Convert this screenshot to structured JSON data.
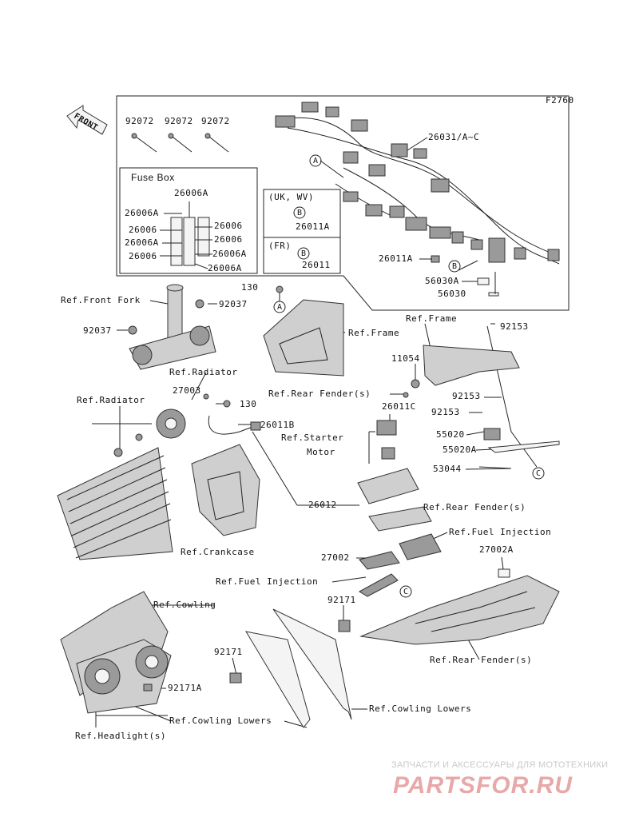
{
  "figure_code": "F2760",
  "front_label": "FRONT",
  "fuse_box": {
    "title": "Fuse Box",
    "left_labels": [
      "26006A",
      "26006",
      "26006A",
      "26006"
    ],
    "top_label": "26006A",
    "right_labels": [
      "26006",
      "26006",
      "26006A",
      "26006A"
    ]
  },
  "region_uk": "(UK, WV)",
  "region_fr": "(FR)",
  "markers": {
    "a": "A",
    "b": "B",
    "c": "C"
  },
  "parts": {
    "p92072_1": "92072",
    "p92072_2": "92072",
    "p92072_3": "92072",
    "p26031": "26031/A~C",
    "p26011A_uk": "26011A",
    "p26011_fr": "26011",
    "p26011A": "26011A",
    "p56030A": "56030A",
    "p56030": "56030",
    "p130_top": "130",
    "p92037_r": "92037",
    "p92037_l": "92037",
    "p92153_1": "92153",
    "p11054": "11054",
    "p92153_2": "92153",
    "p92153_3": "92153",
    "p55020": "55020",
    "p55020A": "55020A",
    "p53044": "53044",
    "p27003": "27003",
    "p130_mid": "130",
    "p26011B": "26011B",
    "p26011C": "26011C",
    "p26012": "26012",
    "p27002": "27002",
    "p27002A": "27002A",
    "p92171_1": "92171",
    "p92171_2": "92171",
    "p92171A": "92171A"
  },
  "refs": {
    "front_fork": "Ref.Front Fork",
    "frame_1": "Ref.Frame",
    "frame_2": "Ref.Frame",
    "radiator_1": "Ref.Radiator",
    "radiator_2": "Ref.Radiator",
    "rear_fender_1": "Ref.Rear Fender(s)",
    "starter_motor_1": "Ref.Starter",
    "starter_motor_2": "Motor",
    "rear_fender_2": "Ref.Rear Fender(s)",
    "fuel_injection_1": "Ref.Fuel Injection",
    "crankcase": "Ref.Crankcase",
    "fuel_injection_2": "Ref.Fuel Injection",
    "cowling": "Ref.Cowling",
    "rear_fender_3": "Ref.Rear Fender(s)",
    "cowling_lowers_1": "Ref.Cowling Lowers",
    "cowling_lowers_2": "Ref.Cowling Lowers",
    "headlight": "Ref.Headlight(s)"
  },
  "watermark": {
    "line1": "ЗАПЧАСТИ И АКСЕССУАРЫ ДЛЯ МОТОТЕХНИКИ",
    "line2": "PARTSFOR.RU"
  }
}
